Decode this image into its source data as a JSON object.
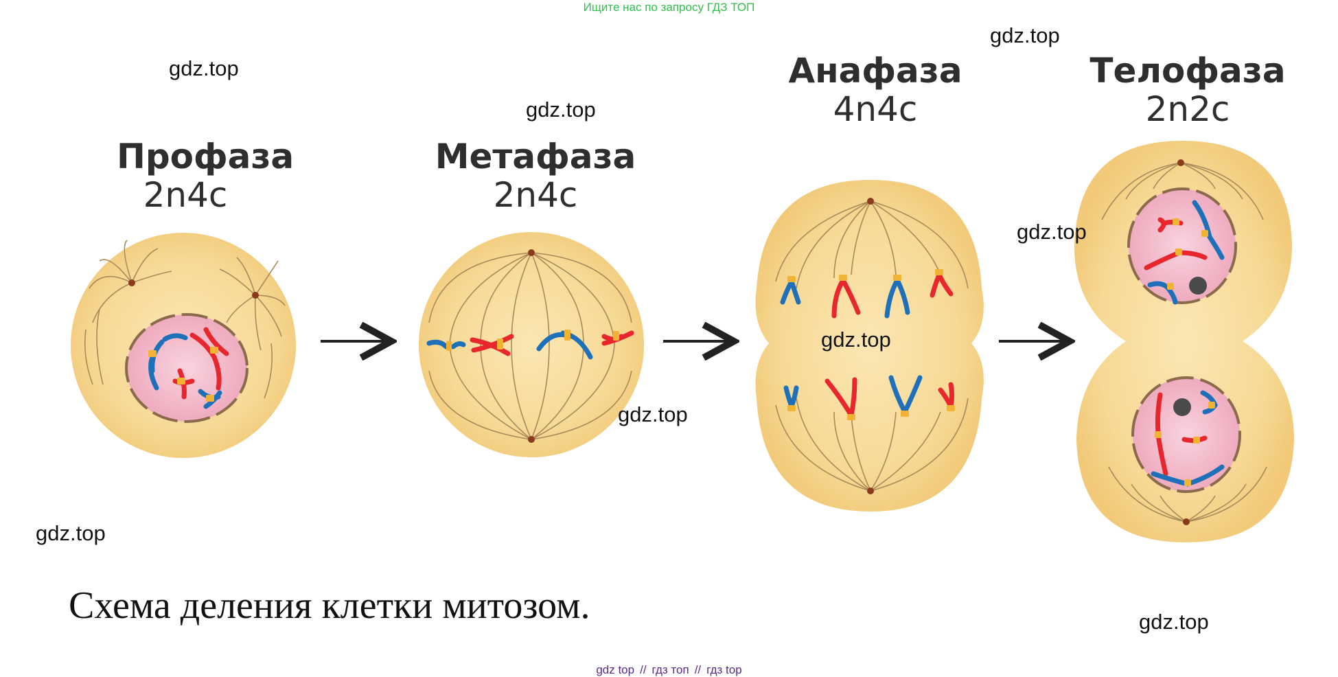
{
  "banner": "Ищите нас по запросу ГДЗ ТОП",
  "phases": [
    {
      "name": "Профаза",
      "formula": "2n4c"
    },
    {
      "name": "Метафаза",
      "formula": "2n4c"
    },
    {
      "name": "Анафаза",
      "formula": "4n4c"
    },
    {
      "name": "Телофаза",
      "formula": "2n2c"
    }
  ],
  "caption": "Схема деления клетки митозом.",
  "watermarks": [
    "gdz.top",
    "gdz.top",
    "gdz.top",
    "gdz.top",
    "gdz.top",
    "gdz.top",
    "gdz.top",
    "gdz.top"
  ],
  "footer": {
    "items": [
      "gdz top",
      "гдз топ",
      "гдз top"
    ],
    "separator": "//"
  },
  "colors": {
    "cell": "#f5d48c",
    "nucleus": "#f2b6c6",
    "chromosome_red": "#e8262d",
    "chromosome_blue": "#1e70b8",
    "centromere": "#f2b233",
    "centriole": "#8a3a1a",
    "arrow": "#222222"
  }
}
